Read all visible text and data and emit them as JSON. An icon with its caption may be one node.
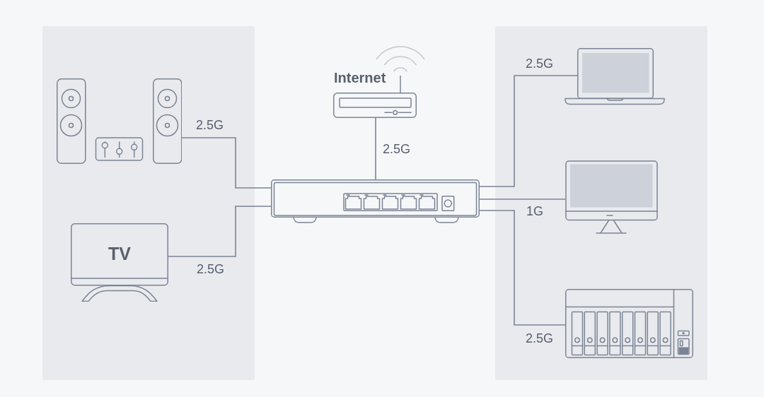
{
  "diagram": {
    "nodes": [
      {
        "text": [],
        "shape": "picture"
      },
      {
        "text": [
          "TV"
        ]
      },
      {
        "text": [
          "Internet"
        ]
      },
      {
        "text": [],
        "shape": "picture"
      },
      {
        "text": [],
        "shape": "picture"
      },
      {
        "text": [],
        "shape": "picture"
      },
      {
        "text": [],
        "shape": "picture"
      }
    ],
    "edges": [
      {
        "from": 0,
        "to": 3,
        "arrow": "none",
        "label": "2.5G"
      },
      {
        "from": 1,
        "to": 3,
        "arrow": "none",
        "label": "2.5G"
      },
      {
        "from": 2,
        "to": 3,
        "arrow": "none",
        "label": "2.5G"
      },
      {
        "from": 3,
        "to": 4,
        "arrow": "none",
        "label": "2.5G"
      },
      {
        "from": 3,
        "to": 5,
        "arrow": "none",
        "label": "1G"
      },
      {
        "from": 3,
        "to": 6,
        "arrow": "none",
        "label": "2.5G"
      }
    ]
  }
}
